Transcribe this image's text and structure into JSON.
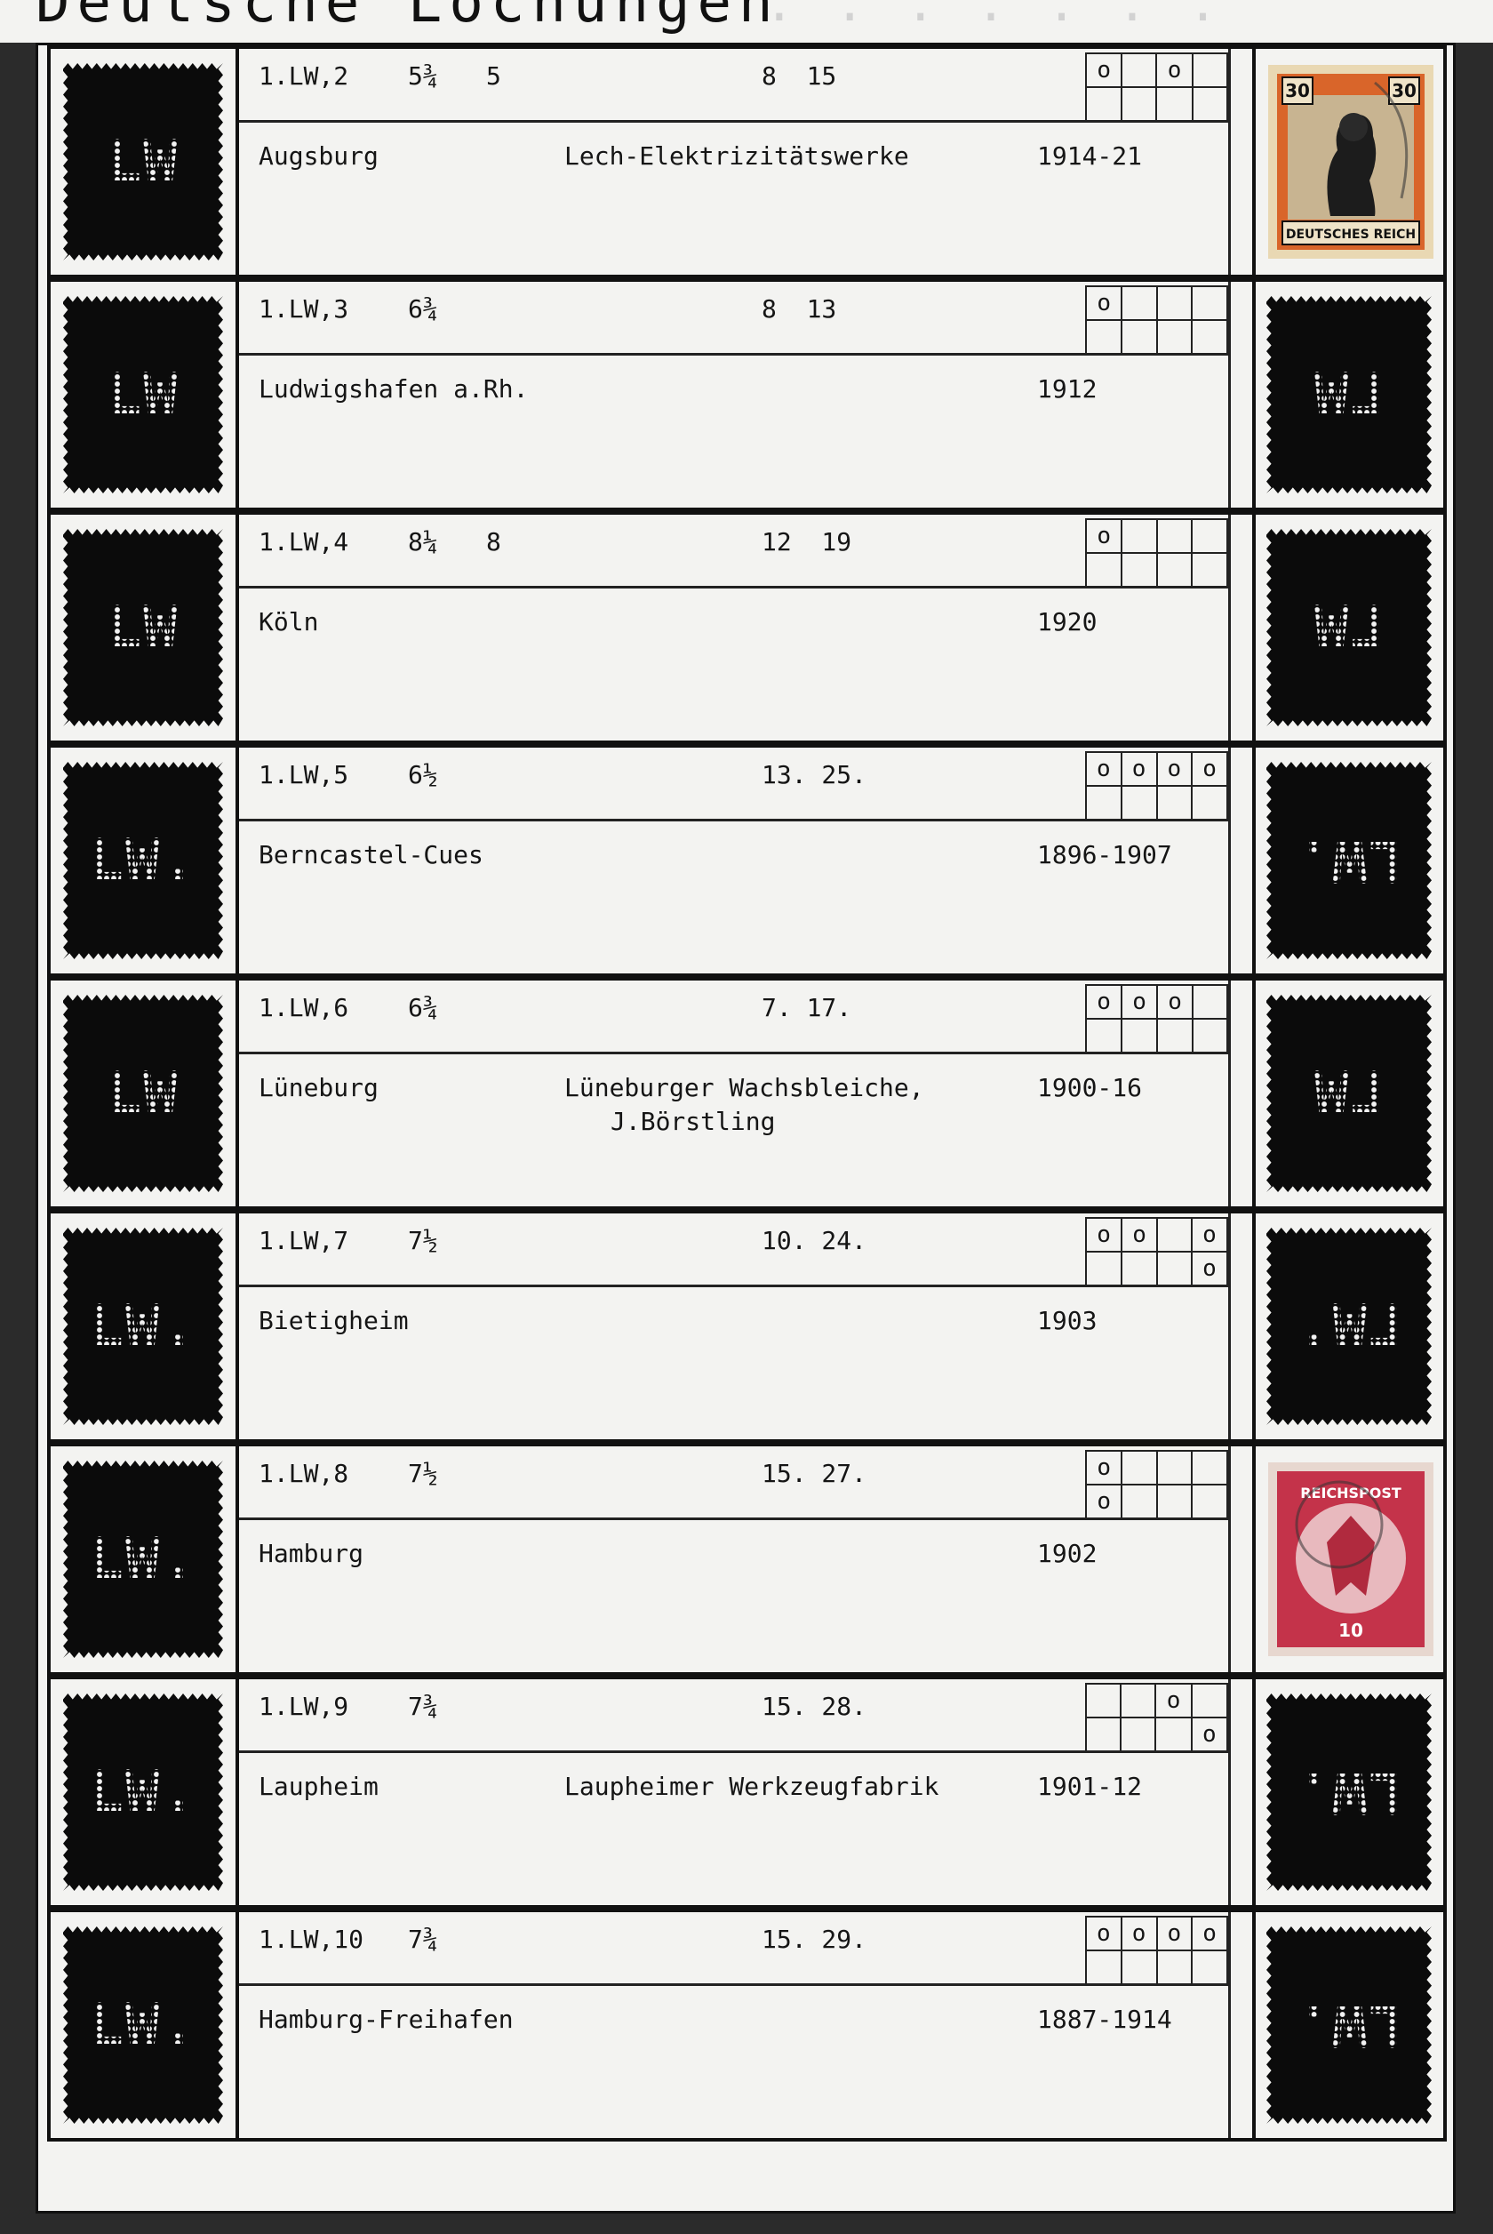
{
  "page": {
    "title": "Deutsche Lochungen"
  },
  "rows": [
    {
      "catalog_no": "1.LW,2",
      "gauge": "5¾",
      "holes": "5",
      "dims": "8  15",
      "place": "Augsburg",
      "company": "Lech-Elektrizitätswerke",
      "company_line2": "",
      "years": "1914-21",
      "grid": [
        [
          "o",
          "",
          "o",
          ""
        ],
        [
          "",
          "",
          "",
          ""
        ]
      ],
      "left_perfin": "LW",
      "right_item": "stamp-germania-30",
      "stamp_value": "30",
      "stamp_text": "DEUTSCHES REICH"
    },
    {
      "catalog_no": "1.LW,3",
      "gauge": "6¾",
      "holes": "",
      "dims": "8  13",
      "place": "Ludwigshafen a.Rh.",
      "company": "",
      "company_line2": "",
      "years": "1912",
      "grid": [
        [
          "o",
          "",
          "",
          ""
        ],
        [
          "",
          "",
          "",
          ""
        ]
      ],
      "left_perfin": "LW",
      "right_item": "perfin-mirror"
    },
    {
      "catalog_no": "1.LW,4",
      "gauge": "8¼",
      "holes": "8",
      "dims": "12  19",
      "place": "Köln",
      "company": "",
      "company_line2": "",
      "years": "1920",
      "grid": [
        [
          "o",
          "",
          "",
          ""
        ],
        [
          "",
          "",
          "",
          ""
        ]
      ],
      "left_perfin": "LW",
      "right_item": "perfin-mirror"
    },
    {
      "catalog_no": "1.LW,5",
      "gauge": "6½",
      "holes": "",
      "dims": "13. 25.",
      "place": "Berncastel-Cues",
      "company": "",
      "company_line2": "",
      "years": "1896-1907",
      "grid": [
        [
          "o",
          "o",
          "o",
          "o"
        ],
        [
          "",
          "",
          "",
          ""
        ]
      ],
      "left_perfin": "LW.",
      "right_item": "perfin-flip"
    },
    {
      "catalog_no": "1.LW,6",
      "gauge": "6¾",
      "holes": "",
      "dims": "7. 17.",
      "place": "Lüneburg",
      "company": "Lüneburger Wachsbleiche,",
      "company_line2": "J.Börstling",
      "years": "1900-16",
      "grid": [
        [
          "o",
          "o",
          "o",
          ""
        ],
        [
          "",
          "",
          "",
          ""
        ]
      ],
      "left_perfin": "LW",
      "right_item": "perfin-mirror"
    },
    {
      "catalog_no": "1.LW,7",
      "gauge": "7½",
      "holes": "",
      "dims": "10. 24.",
      "place": "Bietigheim",
      "company": "",
      "company_line2": "",
      "years": "1903",
      "grid": [
        [
          "o",
          "o",
          "",
          "o"
        ],
        [
          "",
          "",
          "",
          "o"
        ]
      ],
      "left_perfin": "LW.",
      "right_item": "perfin-mirror"
    },
    {
      "catalog_no": "1.LW,8",
      "gauge": "7½",
      "holes": "",
      "dims": "15. 27.",
      "place": "Hamburg",
      "company": "",
      "company_line2": "",
      "years": "1902",
      "grid": [
        [
          "o",
          "",
          "",
          ""
        ],
        [
          "o",
          "",
          "",
          ""
        ]
      ],
      "left_perfin": "LW.",
      "right_item": "stamp-reichspost-10",
      "stamp_value": "10",
      "stamp_text": "REICHSPOST"
    },
    {
      "catalog_no": "1.LW,9",
      "gauge": "7¾",
      "holes": "",
      "dims": "15. 28.",
      "place": "Laupheim",
      "company": "Laupheimer Werkzeugfabrik",
      "company_line2": "",
      "years": "1901-12",
      "grid": [
        [
          "",
          "",
          "o",
          ""
        ],
        [
          "",
          "",
          "",
          "o"
        ]
      ],
      "left_perfin": "LW.",
      "right_item": "perfin-flip"
    },
    {
      "catalog_no": "1.LW,10",
      "gauge": "7¾",
      "holes": "",
      "dims": "15. 29.",
      "place": "Hamburg-Freihafen",
      "company": "",
      "company_line2": "",
      "years": "1887-1914",
      "grid": [
        [
          "o",
          "o",
          "o",
          "o"
        ],
        [
          "",
          "",
          "",
          ""
        ]
      ],
      "left_perfin": "LW.",
      "right_item": "perfin-flip"
    }
  ]
}
